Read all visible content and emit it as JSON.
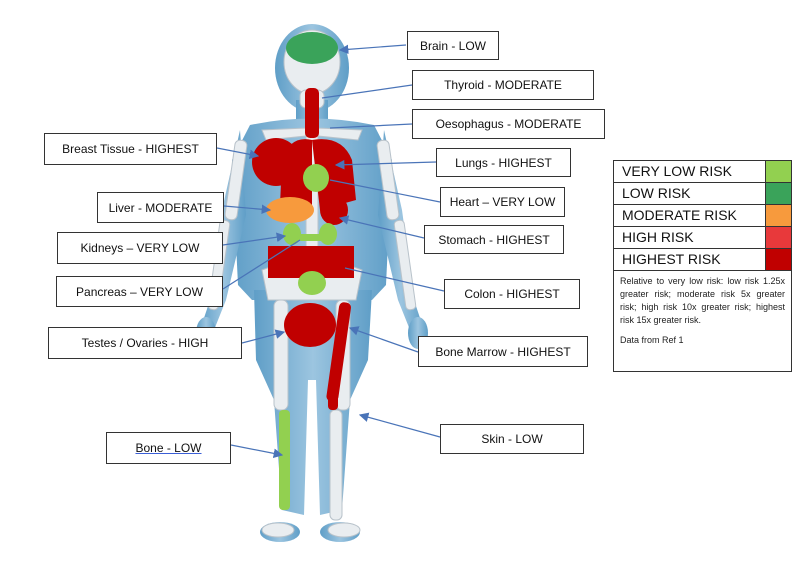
{
  "labels": [
    {
      "id": "brain",
      "text": "Brain - LOW"
    },
    {
      "id": "thyroid",
      "text": "Thyroid - MODERATE"
    },
    {
      "id": "oesophagus",
      "text": "Oesophagus - MODERATE"
    },
    {
      "id": "breast",
      "text": "Breast Tissue - HIGHEST"
    },
    {
      "id": "lungs",
      "text": "Lungs - HIGHEST"
    },
    {
      "id": "heart",
      "text": "Heart – VERY LOW"
    },
    {
      "id": "liver",
      "text": "Liver - MODERATE"
    },
    {
      "id": "stomach",
      "text": "Stomach - HIGHEST"
    },
    {
      "id": "kidneys",
      "text": "Kidneys – VERY LOW"
    },
    {
      "id": "pancreas",
      "text": "Pancreas – VERY LOW"
    },
    {
      "id": "colon",
      "text": "Colon - HIGHEST"
    },
    {
      "id": "testes",
      "text": "Testes / Ovaries - HIGH"
    },
    {
      "id": "marrow",
      "text": "Bone Marrow - HIGHEST"
    },
    {
      "id": "skin",
      "text": "Skin - LOW"
    },
    {
      "id": "bone",
      "text": "Bone  - LOW"
    }
  ],
  "legend": {
    "rows": [
      {
        "text": "VERY LOW RISK",
        "color": "#92d050"
      },
      {
        "text": "LOW RISK",
        "color": "#3aa35a"
      },
      {
        "text": "MODERATE RISK",
        "color": "#f79a3d"
      },
      {
        "text": "HIGH RISK",
        "color": "#e8393b"
      },
      {
        "text": "HIGHEST RISK",
        "color": "#c00000"
      }
    ],
    "note": "Relative to very low risk: low risk 1.25x greater risk; moderate risk 5x greater risk; high risk 10x greater risk; highest risk 15x greater risk.",
    "source": "Data from Ref 1"
  },
  "colors": {
    "body": "#7fb3d5",
    "bone": "#e9edf0",
    "very_low": "#92d050",
    "low": "#3aa35a",
    "moderate": "#f79a3d",
    "high": "#e8393b",
    "highest": "#c00000",
    "arrow": "#4a74b8"
  }
}
